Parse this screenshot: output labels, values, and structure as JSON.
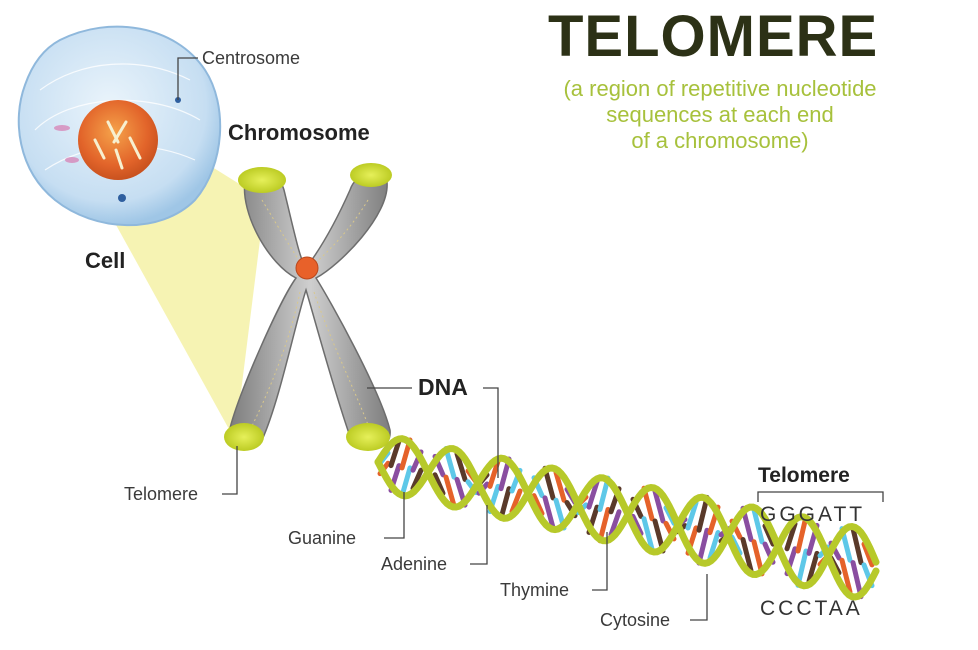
{
  "title": "TELOMERE",
  "subtitle_lines": [
    "(a region of repetitive nucleotide",
    "sequences at each end",
    "of a chromosome)"
  ],
  "labels": {
    "centrosome": "Centrosome",
    "chromosome": "Chromosome",
    "cell": "Cell",
    "dna": "DNA",
    "telomere_left": "Telomere",
    "telomere_right": "Telomere",
    "guanine": "Guanine",
    "adenine": "Adenine",
    "thymine": "Thymine",
    "cytosine": "Cytosine"
  },
  "sequence": {
    "top": "GGGATT",
    "bottom": "CCCTAA"
  },
  "colors": {
    "title": "#2c3116",
    "subtitle": "#a7c13c",
    "telomere_cap": "#c7d92b",
    "strand": "#b7c92a",
    "base_orange": "#e5622a",
    "base_purple": "#8a4ea0",
    "base_blue": "#5ec8e8",
    "base_brown": "#5a3a2a",
    "nucleus": "#e6732b",
    "cell": "#cfe3f4",
    "chromosome": "#9b9b9b"
  }
}
